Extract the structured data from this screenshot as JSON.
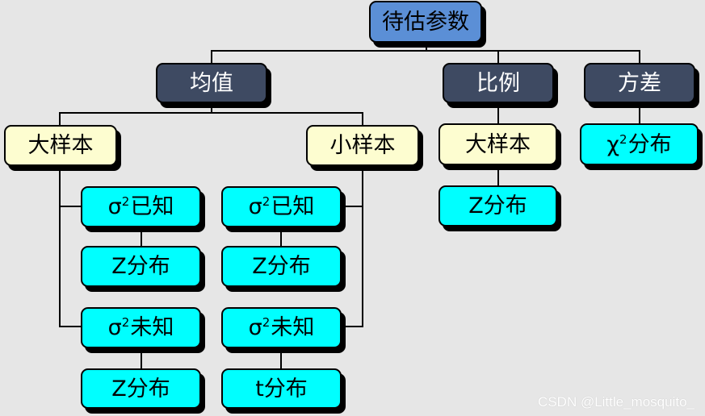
{
  "diagram": {
    "root": {
      "label": "待估参数"
    },
    "branches": {
      "mean": {
        "label": "均值",
        "large_sample": {
          "label": "大样本",
          "sigma_known": {
            "prefix": "σ",
            "sup": "2",
            "rest": "已知",
            "distribution": "Z分布"
          },
          "sigma_unknown": {
            "prefix": "σ",
            "sup": "2",
            "rest": "未知",
            "distribution": "Z分布"
          }
        },
        "small_sample": {
          "label": "小样本",
          "sigma_known": {
            "prefix": "σ",
            "sup": "2",
            "rest": "已知",
            "distribution": "Z分布"
          },
          "sigma_unknown": {
            "prefix": "σ",
            "sup": "2",
            "rest": "未知",
            "distribution": "t分布"
          }
        }
      },
      "proportion": {
        "label": "比例",
        "large_sample": {
          "label": "大样本",
          "distribution": "Z分布"
        }
      },
      "variance": {
        "label": "方差",
        "distribution": {
          "prefix": "χ",
          "sup": "2",
          "rest": "分布"
        }
      }
    }
  },
  "colors": {
    "root": "#5b8fd6",
    "level1": "#3e4a62",
    "sample": "#fdfdd0",
    "leaf": "#00ffff",
    "background": "#e6e6e6"
  },
  "watermark": "CSDN @Little_mosquito_"
}
